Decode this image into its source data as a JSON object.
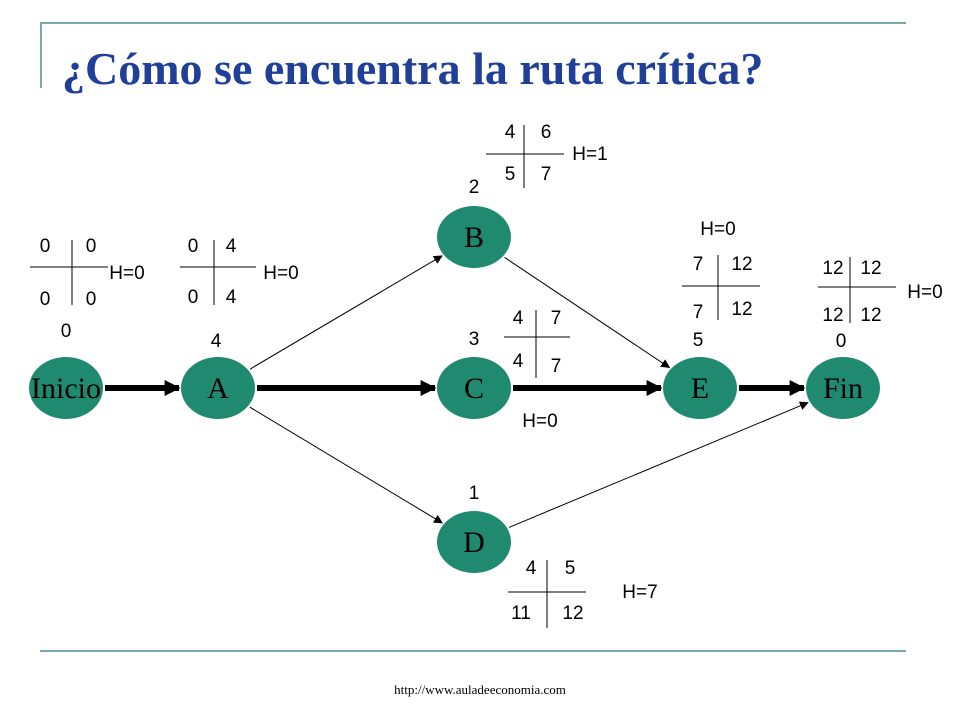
{
  "title": "¿Cómo se encuentra la ruta crítica?",
  "footer": "http://www.auladeeconomia.com",
  "colors": {
    "node_fill": "#1f8a70",
    "title": "#1f3f99",
    "frame": "#7aa6b0"
  },
  "nodes": [
    {
      "id": "inicio",
      "label": "Inicio",
      "duration": "0",
      "es": "0",
      "ef": "0",
      "ls": "0",
      "lf": "0",
      "slack": "H=0"
    },
    {
      "id": "a",
      "label": "A",
      "duration": "4",
      "es": "0",
      "ef": "4",
      "ls": "0",
      "lf": "4",
      "slack": "H=0"
    },
    {
      "id": "b",
      "label": "B",
      "duration": "2",
      "es": "4",
      "ef": "6",
      "ls": "5",
      "lf": "7",
      "slack": "H=1"
    },
    {
      "id": "c",
      "label": "C",
      "duration": "3",
      "es": "4",
      "ef": "7",
      "ls": "4",
      "lf": "7",
      "slack": "H=0"
    },
    {
      "id": "d",
      "label": "D",
      "duration": "1",
      "es": "4",
      "ef": "5",
      "ls": "11",
      "lf": "12",
      "slack": "H=7"
    },
    {
      "id": "e",
      "label": "E",
      "duration": "5",
      "es": "7",
      "ef": "12",
      "ls": "7",
      "lf": "12",
      "slack": "H=0"
    },
    {
      "id": "fin",
      "label": "Fin",
      "duration": "0",
      "es": "12",
      "ef": "12",
      "ls": "12",
      "lf": "12",
      "slack": "H=0"
    }
  ],
  "edges": [
    {
      "from": "inicio",
      "to": "a",
      "critical": true
    },
    {
      "from": "a",
      "to": "b",
      "critical": false
    },
    {
      "from": "a",
      "to": "c",
      "critical": true
    },
    {
      "from": "a",
      "to": "d",
      "critical": false
    },
    {
      "from": "b",
      "to": "e",
      "critical": false
    },
    {
      "from": "c",
      "to": "e",
      "critical": true
    },
    {
      "from": "d",
      "to": "fin",
      "critical": false
    },
    {
      "from": "e",
      "to": "fin",
      "critical": true
    }
  ]
}
